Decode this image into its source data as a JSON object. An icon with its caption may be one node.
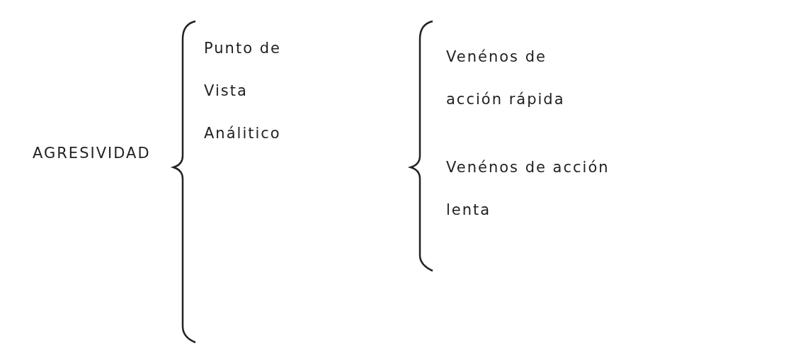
{
  "diagram": {
    "labels": [
      "AGRESIVIDAD",
      "Punto de Vista Análitico",
      "Venénos de acción rápida",
      "Venénos de acción lenta"
    ]
  }
}
